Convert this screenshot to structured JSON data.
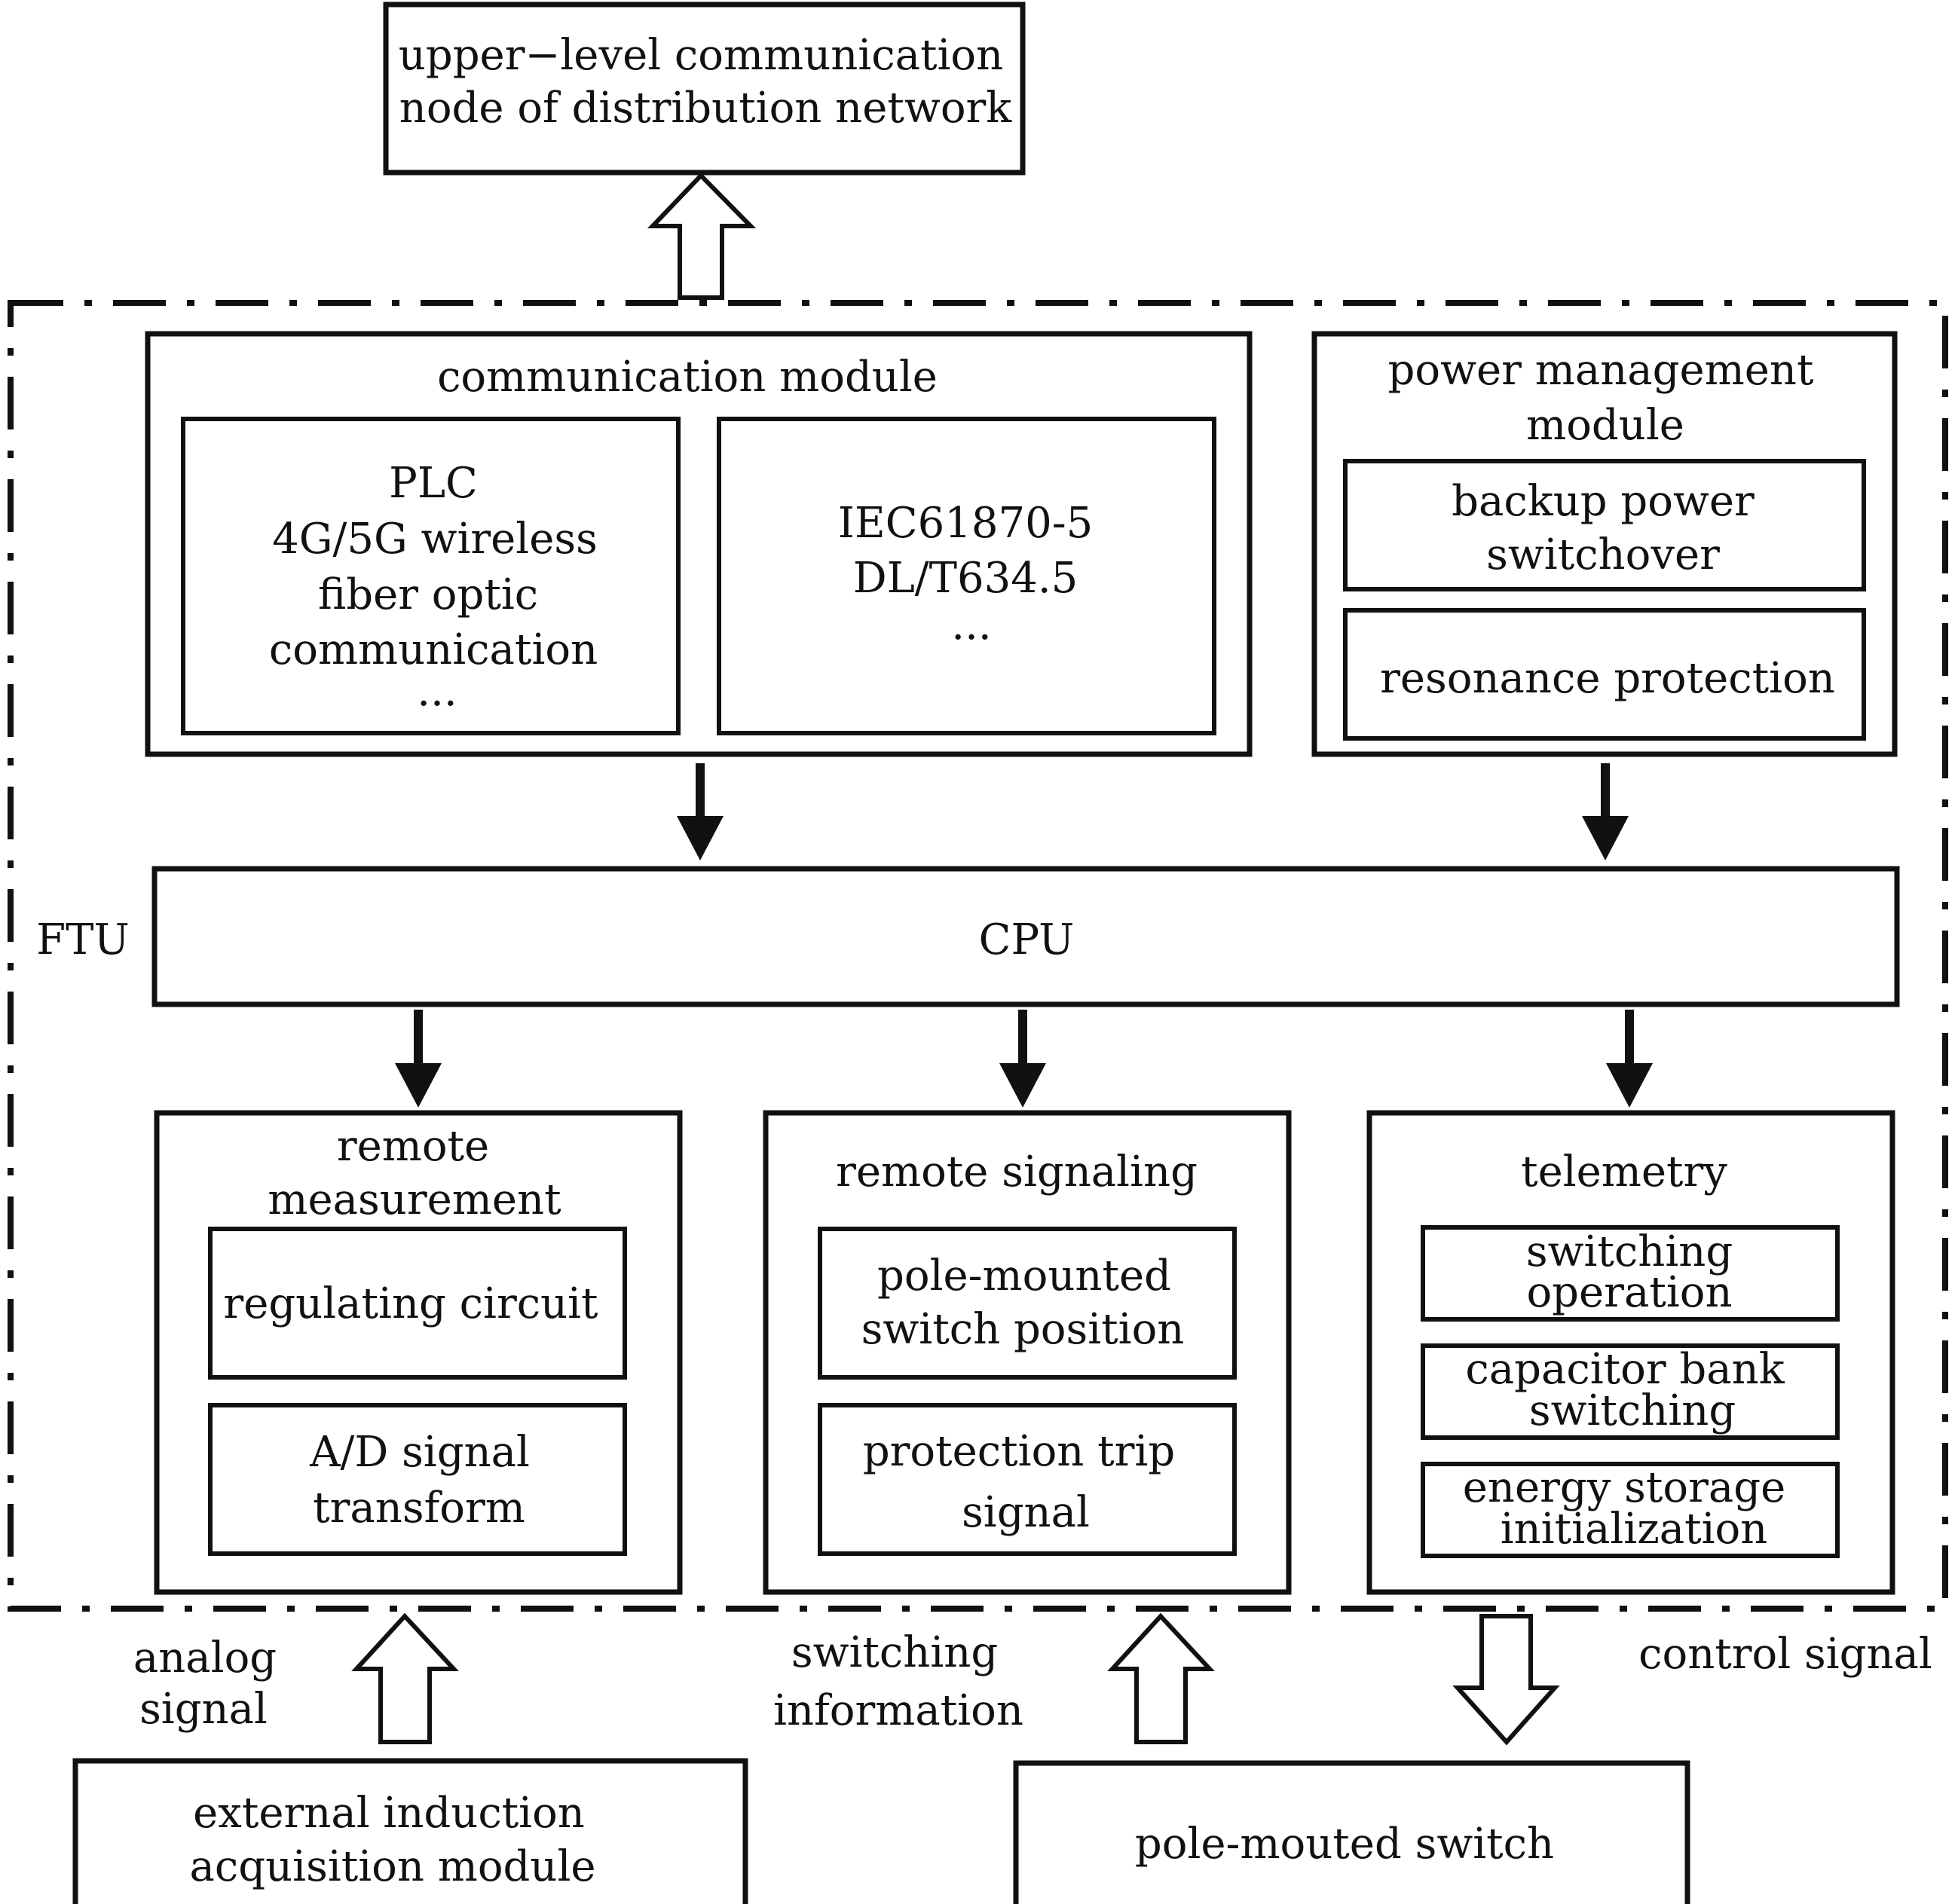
{
  "top": {
    "upper_node": [
      "upper−level communication",
      "node of distribution network"
    ]
  },
  "ftu": {
    "label": "FTU",
    "communication_module": {
      "title": "communication module",
      "media": [
        "PLC",
        "4G/5G wireless",
        "fiber optic",
        "communication",
        "..."
      ],
      "protocols": [
        "IEC61870-5",
        "DL/T634.5",
        "..."
      ]
    },
    "power_management": {
      "title": [
        "power management",
        "module"
      ],
      "backup": [
        "backup power",
        "switchover"
      ],
      "resonance": "resonance protection"
    },
    "cpu": "CPU",
    "remote_measurement": {
      "title": [
        "remote",
        "measurement"
      ],
      "regulating": "regulating circuit",
      "ad": [
        "A/D signal",
        "transform"
      ]
    },
    "remote_signaling": {
      "title": "remote signaling",
      "switch_position": [
        "pole-mounted",
        "switch position"
      ],
      "trip": [
        "protection trip",
        "signal"
      ]
    },
    "telemetry": {
      "title": "telemetry",
      "switching_op": [
        "switching",
        "operation"
      ],
      "capacitor": [
        "capacitor bank",
        "switching"
      ],
      "energy": [
        "energy storage",
        "initialization"
      ]
    }
  },
  "bottom": {
    "analog_signal": [
      "analog",
      "signal"
    ],
    "switching_information": [
      "switching",
      "information"
    ],
    "control_signal": "control signal",
    "external_module": [
      "external induction",
      "acquisition module"
    ],
    "pole_switch": "pole-mouted switch"
  }
}
